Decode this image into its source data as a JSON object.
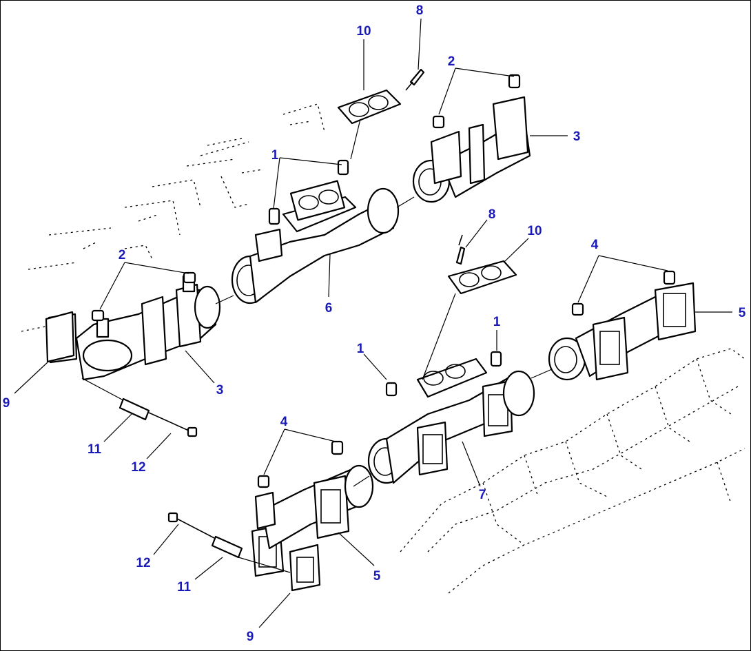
{
  "colors": {
    "callout": "#1a1ab8",
    "line": "#000000",
    "background": "#ffffff"
  },
  "callouts": [
    {
      "id": "c8a",
      "text": "8"
    },
    {
      "id": "c10a",
      "text": "10"
    },
    {
      "id": "c2a",
      "text": "2"
    },
    {
      "id": "c3a",
      "text": "3"
    },
    {
      "id": "c1a",
      "text": "1"
    },
    {
      "id": "c6",
      "text": "6"
    },
    {
      "id": "c2b",
      "text": "2"
    },
    {
      "id": "c3b",
      "text": "3"
    },
    {
      "id": "c9a",
      "text": "9"
    },
    {
      "id": "c11a",
      "text": "11"
    },
    {
      "id": "c12a",
      "text": "12"
    },
    {
      "id": "c8b",
      "text": "8"
    },
    {
      "id": "c10b",
      "text": "10"
    },
    {
      "id": "c4a",
      "text": "4"
    },
    {
      "id": "c5a",
      "text": "5"
    },
    {
      "id": "c1b",
      "text": "1"
    },
    {
      "id": "c1c",
      "text": "1"
    },
    {
      "id": "c7",
      "text": "7"
    },
    {
      "id": "c4b",
      "text": "4"
    },
    {
      "id": "c5b",
      "text": "5"
    },
    {
      "id": "c12b",
      "text": "12"
    },
    {
      "id": "c11b",
      "text": "11"
    },
    {
      "id": "c9b",
      "text": "9"
    }
  ]
}
